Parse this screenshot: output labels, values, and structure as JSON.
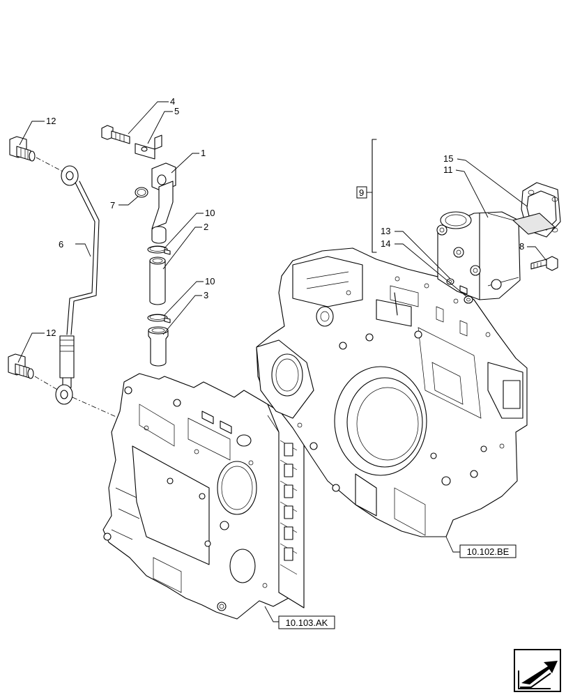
{
  "callouts": {
    "c1": "1",
    "c2": "2",
    "c3": "3",
    "c4": "4",
    "c5": "5",
    "c6": "6",
    "c7": "7",
    "c8": "8",
    "c9": "9",
    "c10a": "10",
    "c10b": "10",
    "c11": "11",
    "c12a": "12",
    "c12b": "12",
    "c13": "13",
    "c14": "14",
    "c15": "15"
  },
  "references": {
    "ref_flywheel_housing": "10.102.BE",
    "ref_front_housing": "10.103.AK"
  },
  "icons": {
    "nav": "next-page-arrow-icon"
  }
}
